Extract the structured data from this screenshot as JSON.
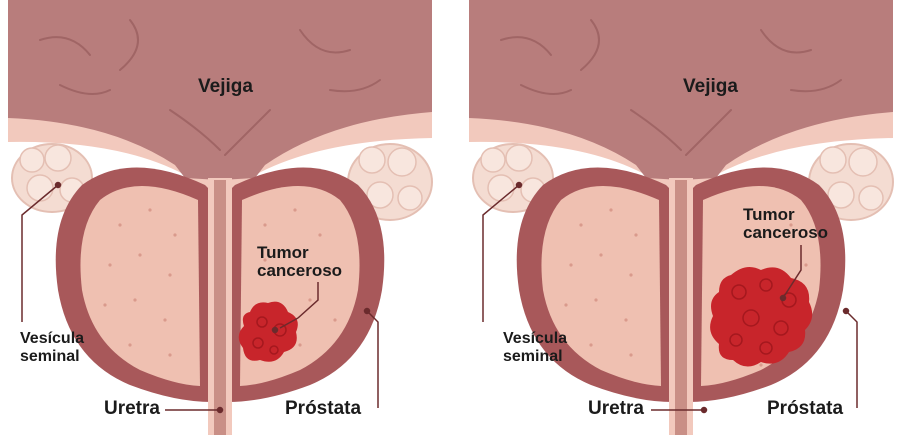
{
  "panels": [
    {
      "bladder_label": "Vejiga",
      "tumor_label_line1": "Tumor",
      "tumor_label_line2": "canceroso",
      "seminal_label_line1": "Vesícula",
      "seminal_label_line2": "seminal",
      "urethra_label": "Uretra",
      "prostate_label": "Próstata"
    },
    {
      "bladder_label": "Vejiga",
      "tumor_label_line1": "Tumor",
      "tumor_label_line2": "canceroso",
      "seminal_label_line1": "Vesícula",
      "seminal_label_line2": "seminal",
      "urethra_label": "Uretra",
      "prostate_label": "Próstata"
    }
  ],
  "colors": {
    "bladder": "#b87d7c",
    "bladder_dark": "#a06565",
    "bladder_lining": "#f2c9bd",
    "prostate_capsule": "#a8585a",
    "prostate_inner": "#efc0b1",
    "urethra": "#c98f86",
    "tumor": "#c8252b",
    "seminal": "#f4dcd2",
    "leader": "#6b2b2d"
  }
}
